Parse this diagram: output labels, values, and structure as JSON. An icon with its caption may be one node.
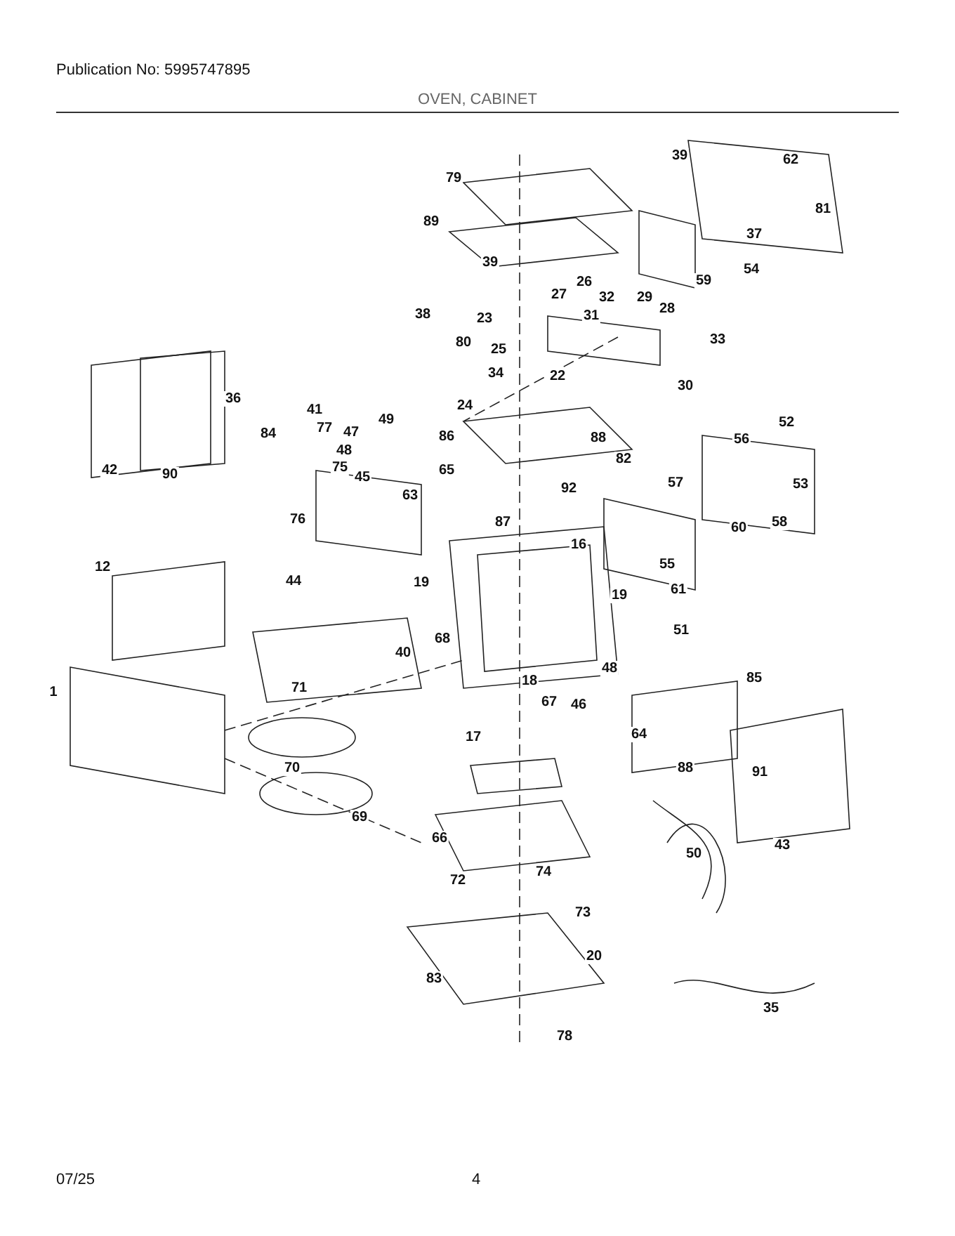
{
  "diagram": {
    "title": "OVEN, CABINET",
    "labels": [
      "Publication No: 5995747895",
      "39",
      "62",
      "79",
      "81",
      "89",
      "37",
      "39",
      "54",
      "59",
      "26",
      "27",
      "32",
      "29",
      "28",
      "38",
      "23",
      "31",
      "33",
      "80",
      "25",
      "34",
      "22",
      "30",
      "36",
      "24",
      "41",
      "49",
      "52",
      "77",
      "47",
      "84",
      "86",
      "88",
      "56",
      "48",
      "82",
      "75",
      "42",
      "65",
      "90",
      "45",
      "57",
      "53",
      "92",
      "63",
      "76",
      "87",
      "58",
      "60",
      "16",
      "55",
      "12",
      "44",
      "19",
      "61",
      "19",
      "51",
      "68",
      "40",
      "48",
      "85",
      "18",
      "71",
      "1",
      "67",
      "46",
      "64",
      "17",
      "88",
      "70",
      "91",
      "69",
      "66",
      "43",
      "50",
      "74",
      "72",
      "73",
      "20",
      "83",
      "35",
      "78",
      "07/25",
      "4"
    ]
  }
}
